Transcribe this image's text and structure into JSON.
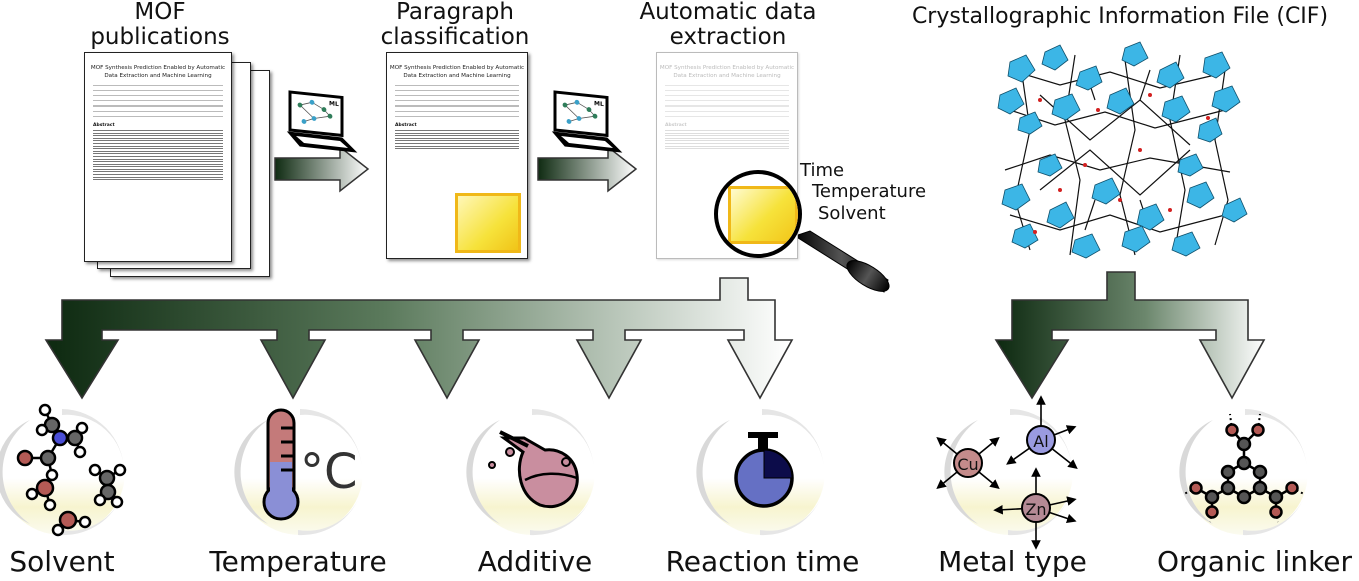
{
  "stages": {
    "mof": "MOF\npublications",
    "paragraph": "Paragraph\nclassification",
    "extraction": "Automatic data\nextraction",
    "cif": "Crystallographic Information File (CIF)"
  },
  "paper_title": "MOF Synthesis Prediction Enabled by Automatic\nData Extraction and  Machine Learning",
  "abstract_heading": "Abstract",
  "laptop_badge": "ML",
  "extracted_fields": [
    "Time",
    "Temperature",
    "Solvent"
  ],
  "categories": {
    "solvent": "Solvent",
    "temperature": "Temperature",
    "additive": "Additive",
    "reaction_time": "Reaction time",
    "metal_type": "Metal type",
    "organic_linker": "Organic linker"
  },
  "temperature_unit": "°C",
  "metals": [
    "Cu",
    "Al",
    "Zn"
  ],
  "colors": {
    "arrow_dark": "#0f2b12",
    "arrow_light": "#ffffff",
    "bubble_glass": "#d9d9d9",
    "bubble_fill": "#f6f4c9",
    "thermo": "#8a8fd6",
    "thermo_top": "#c47a7a",
    "flask_liquid": "#c98e9f",
    "clock_face": "#6570c4",
    "metal_cu": "#c48b8b",
    "metal_al": "#9a9be0",
    "metal_zn": "#b58a95",
    "crystal": "#3cb6e6",
    "highlight": "#f4e23c"
  }
}
